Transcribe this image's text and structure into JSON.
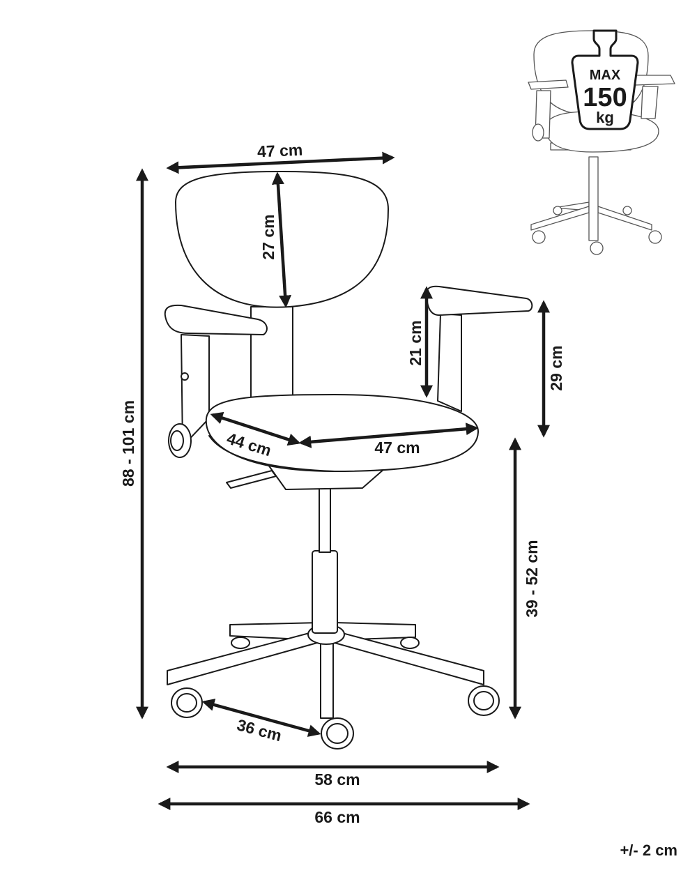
{
  "dimensions": {
    "backrest_width": "47 cm",
    "backrest_height": "27 cm",
    "total_height": "88 - 101 cm",
    "armrest_height": "21 cm",
    "armrest_to_seat": "29 cm",
    "seat_depth": "44 cm",
    "seat_width": "47 cm",
    "seat_height": "39 - 52 cm",
    "caster_spacing": "36 cm",
    "base_width": "58 cm",
    "overall_width": "66 cm"
  },
  "badge": {
    "top": "MAX",
    "value": "150",
    "unit": "kg"
  },
  "tolerance": "+/- 2 cm"
}
